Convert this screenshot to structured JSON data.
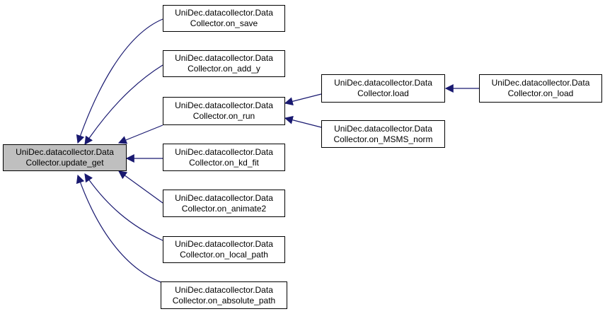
{
  "colors": {
    "edge": "#191970",
    "root_fill": "#bfbfbf",
    "node_fill": "#ffffff",
    "border": "#000000"
  },
  "nodes": {
    "update_get": {
      "line1": "UniDec.datacollector.Data",
      "line2": "Collector.update_get"
    },
    "on_save": {
      "line1": "UniDec.datacollector.Data",
      "line2": "Collector.on_save"
    },
    "on_add_y": {
      "line1": "UniDec.datacollector.Data",
      "line2": "Collector.on_add_y"
    },
    "on_run": {
      "line1": "UniDec.datacollector.Data",
      "line2": "Collector.on_run"
    },
    "on_kd_fit": {
      "line1": "UniDec.datacollector.Data",
      "line2": "Collector.on_kd_fit"
    },
    "on_animate2": {
      "line1": "UniDec.datacollector.Data",
      "line2": "Collector.on_animate2"
    },
    "on_local_path": {
      "line1": "UniDec.datacollector.Data",
      "line2": "Collector.on_local_path"
    },
    "on_absolute_path": {
      "line1": "UniDec.datacollector.Data",
      "line2": "Collector.on_absolute_path"
    },
    "load": {
      "line1": "UniDec.datacollector.Data",
      "line2": "Collector.load"
    },
    "on_MSMS_norm": {
      "line1": "UniDec.datacollector.Data",
      "line2": "Collector.on_MSMS_norm"
    },
    "on_load": {
      "line1": "UniDec.datacollector.Data",
      "line2": "Collector.on_load"
    }
  }
}
